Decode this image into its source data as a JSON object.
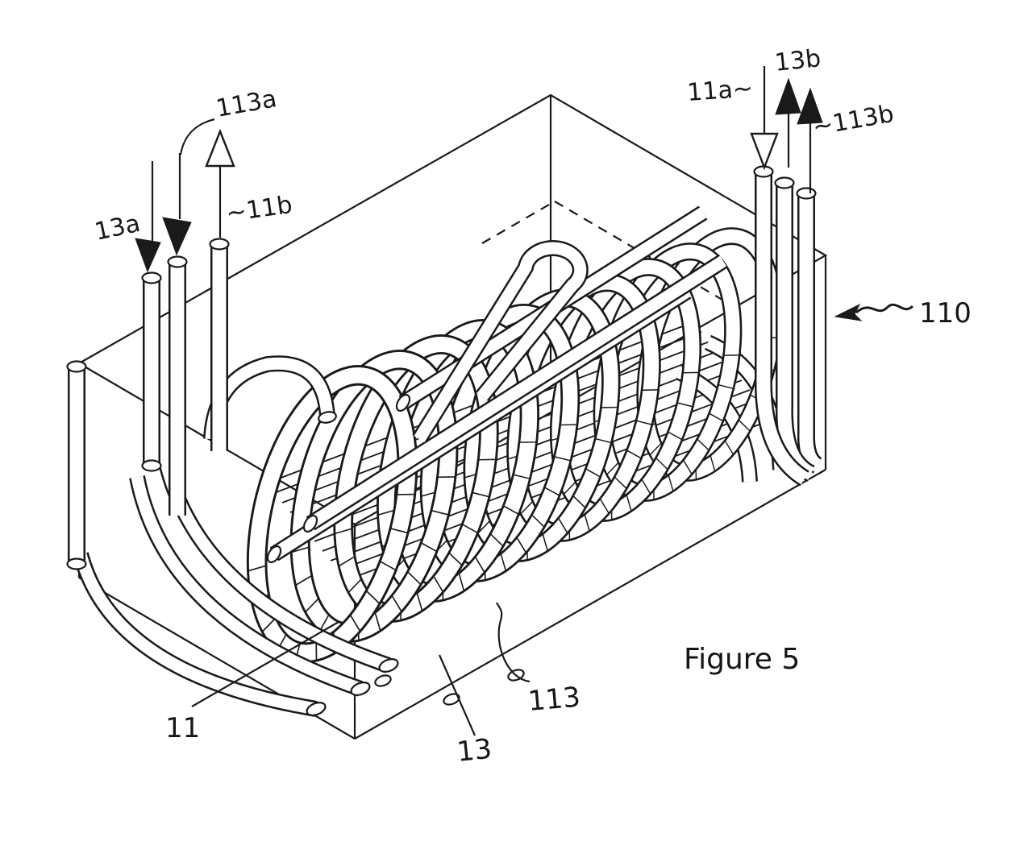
{
  "figure": {
    "caption": "Figure 5",
    "labels": {
      "t113a": "113a",
      "t13a": "13a",
      "t11b": "~11b",
      "t11a": "11a~",
      "t13b": "13b",
      "t113b": "~113b",
      "t110": "110",
      "t11": "11",
      "t13": "13",
      "t113": "113"
    },
    "colors": {
      "ink": "#1a1a1a",
      "paper": "#ffffff"
    }
  }
}
